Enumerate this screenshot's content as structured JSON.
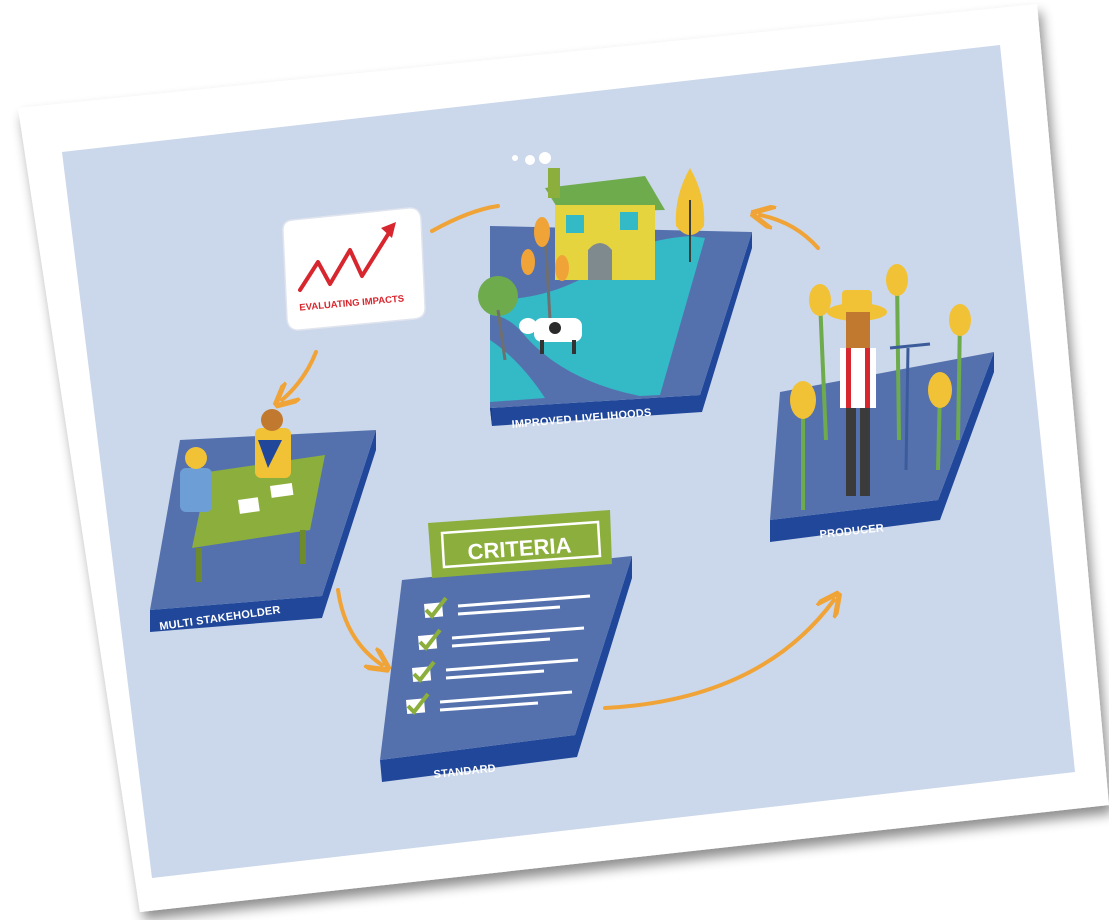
{
  "diagram": {
    "nodes": {
      "evaluating": {
        "label": "EVALUATING IMPACTS"
      },
      "livelihoods": {
        "label": "IMPROVED LIVELIHOODS"
      },
      "producer": {
        "label": "PRODUCER"
      },
      "standard": {
        "label": "STANDARD",
        "header": "CRITERIA"
      },
      "stakeholder": {
        "label": "MULTI STAKEHOLDER"
      }
    },
    "colors": {
      "background": "#cbd7ea",
      "platform_top": "#5471ae",
      "platform_side": "#20479a",
      "arrow": "#f0a437",
      "criteria_green": "#8cae3c",
      "water": "#34b9c6",
      "house": "#e6d43f"
    }
  }
}
